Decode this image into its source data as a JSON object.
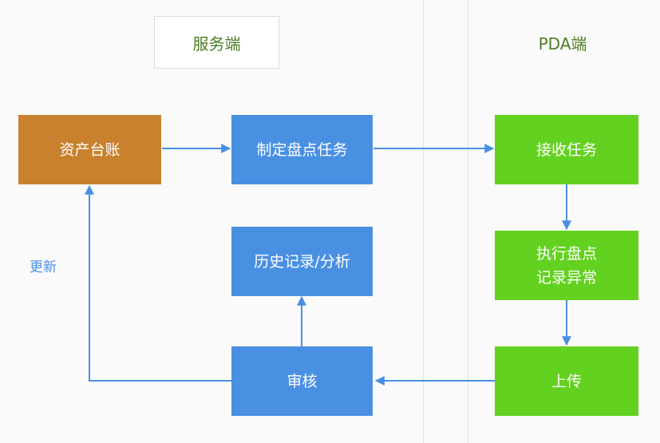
{
  "lanes": {
    "server": "服务端",
    "pda": "PDA端"
  },
  "nodes": {
    "asset_ledger": "资产台账",
    "make_task": "制定盘点任务",
    "history": "历史记录/分析",
    "review": "审核",
    "receive_task": "接收任务",
    "execute_line1": "执行盘点",
    "execute_line2": "记录异常",
    "upload": "上传"
  },
  "labels": {
    "update": "更新"
  },
  "colors": {
    "ledger": "#c9812d",
    "server_node": "#4a90e2",
    "pda_node": "#63d11f",
    "arrow": "#4a90e2",
    "lane_title": "#4a7d24"
  }
}
